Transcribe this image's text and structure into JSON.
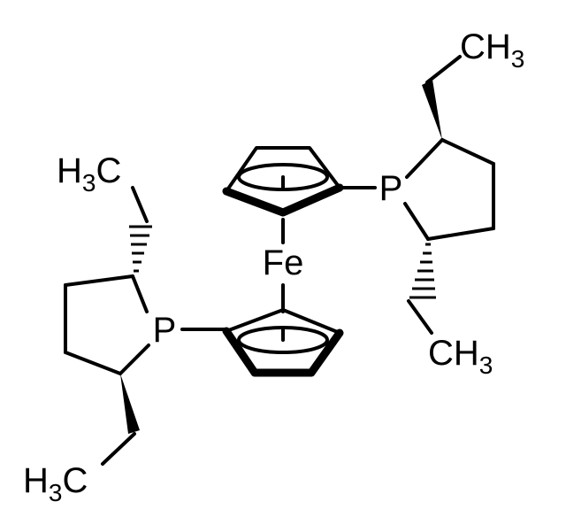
{
  "molecule": {
    "atoms": {
      "iron": "Fe",
      "phosphorus_right": "P",
      "phosphorus_left": "P"
    },
    "groups": {
      "methyl_top_right": {
        "main": "CH",
        "sub": "3"
      },
      "methyl_right_lower": {
        "main": "CH",
        "sub": "3"
      },
      "methyl_left_upper": {
        "pre": "H",
        "sub": "3",
        "post": "C"
      },
      "methyl_left_lower": {
        "pre": "H",
        "sub": "3",
        "post": "C"
      }
    }
  }
}
